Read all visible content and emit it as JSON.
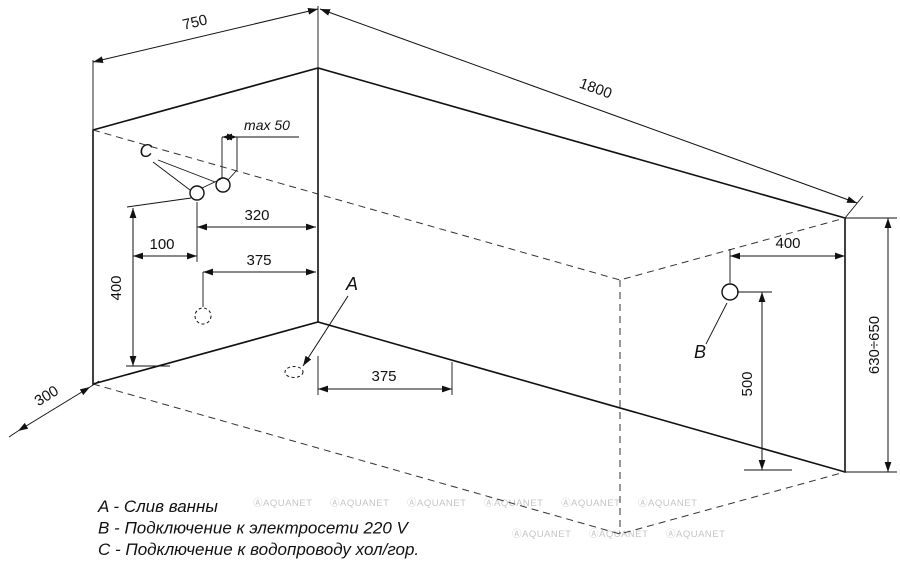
{
  "diagram": {
    "labels": {
      "a": "A",
      "b": "B",
      "c": "C"
    },
    "dims": {
      "top_width": "750",
      "top_length": "1800",
      "max_spacing": "max  50",
      "c_offset": "320",
      "c_inset": "100",
      "c_height": "400",
      "drain_offset_face": "375",
      "drain_offset_bottom": "375",
      "floor_offset": "300",
      "b_offset": "400",
      "b_height": "500",
      "height_range": "630÷650"
    },
    "legend": {
      "line1": "A - Слив ванны",
      "line2": "B - Подключение к электросети 220 V",
      "line3": "C - Подключение к водопроводу хол/гор."
    },
    "watermark": "ⒶAQUANET"
  }
}
